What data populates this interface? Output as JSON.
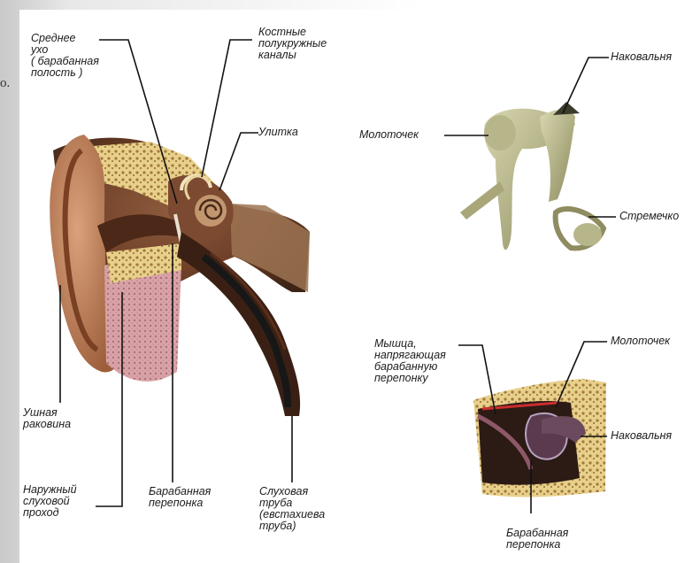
{
  "edge_text": "о.",
  "labels": {
    "middle_ear": "Среднее\nухо\n( барабанная\nполость )",
    "semicircular_canals": "Костные\nполукружные\nканалы",
    "cochlea": "Улитка",
    "auricle": "Ушная\nраковина",
    "external_canal": "Наружный\nслуховой\nпроход",
    "eardrum": "Барабанная\nперепонка",
    "auditory_tube": "Слуховая\nтруба\n(евстахиева\nтруба)",
    "malleus_top": "Молоточек",
    "incus_top": "Наковальня",
    "stapes": "Стремечко",
    "tensor_muscle": "Мышца,\nнапрягающая\nбарабанную\nперепонку",
    "malleus_bottom": "Молоточек",
    "incus_bottom": "Наковальня",
    "eardrum_bottom": "Барабанная\nперепонка"
  }
}
